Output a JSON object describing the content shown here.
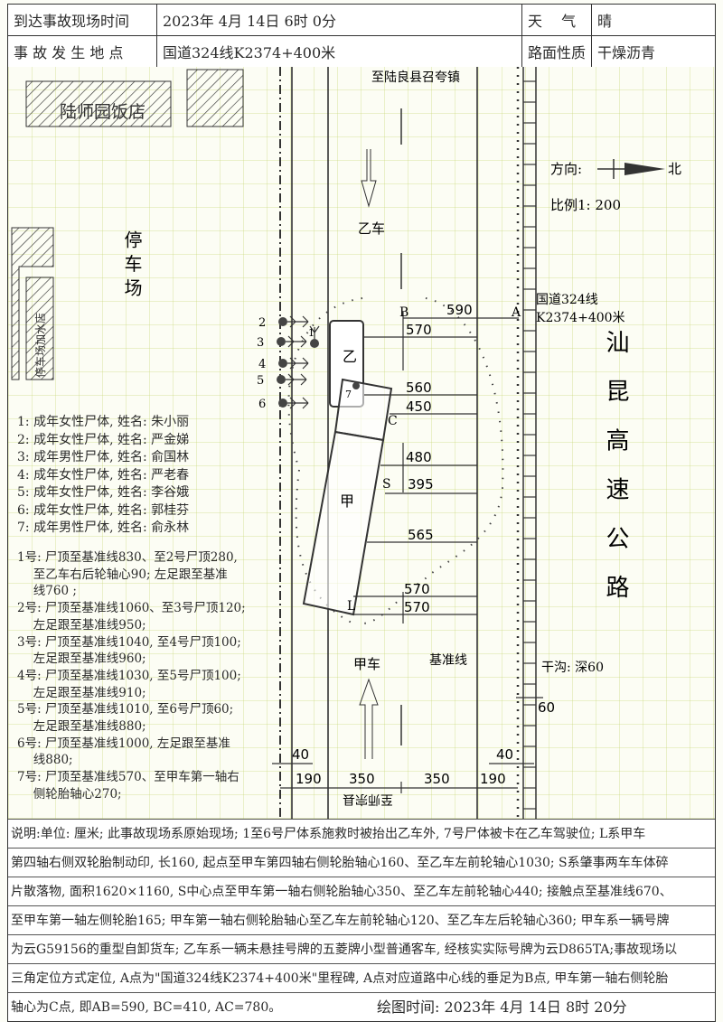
{
  "header": {
    "arrival_label": "到达事故现场时间",
    "arrival_value": "2023年 4月 14日 6时 0分",
    "weather_label": "天　 气",
    "weather_value": "晴",
    "location_label": "事 故 发 生 地 点",
    "location_value": "国道324线K2374+400米",
    "surface_label": "路面性质",
    "surface_value": "干燥沥青"
  },
  "diagram": {
    "restaurant": "陆师园饭店",
    "parking_lot": "停 车 场",
    "parking_shop": "停车场加水店",
    "to_north": "至陆良县召夸镇",
    "to_south": "至师宗县",
    "vehicle_b": "乙车",
    "vehicle_a": "甲车",
    "b_short": "乙",
    "a_short": "甲",
    "direction": "方向:",
    "north": "北",
    "scale": "比例1: 200",
    "milestone_line1": "国道324线",
    "milestone_line2": "K2374+400米",
    "highway": "汕 昆 高 速 公 路",
    "baseline": "基准线",
    "ditch": "干沟: 深60",
    "points": {
      "A": "A",
      "B": "B",
      "C": "C",
      "S": "S",
      "L": "L"
    },
    "body_labels": [
      "1",
      "2",
      "3",
      "4",
      "5",
      "6",
      "7"
    ],
    "dims": {
      "ab": "590",
      "d1": "570",
      "d2": "560",
      "d3": "450",
      "d4": "480",
      "d5": "395",
      "d6": "565",
      "d7": "570",
      "d8": "570",
      "ditch_w": "60",
      "shoulder_l": "40",
      "shoulder_r": "40",
      "w1": "190",
      "w2": "350",
      "w3": "350",
      "w4": "190"
    }
  },
  "legend": [
    "1: 成年女性尸体, 姓名: 朱小丽",
    "2: 成年女性尸体, 姓名: 严金娣",
    "3: 成年男性尸体, 姓名: 俞国林",
    "4: 成年女性尸体, 姓名: 严老春",
    "5: 成年女性尸体, 姓名: 李谷娥",
    "6: 成年女性尸体, 姓名: 郭桂芬",
    "7: 成年男性尸体, 姓名: 俞永林"
  ],
  "measurements": [
    "1号: 尸顶至基准线830、至2号尸顶280,",
    "　 至乙车右后轮轴心90; 左足跟至基准",
    "　 线760 ;",
    "2号: 尸顶至基准线1060、至3号尸顶120;",
    "　 左足跟至基准线950;",
    "3号: 尸顶至基准线1040, 至4号尸顶100;",
    "　 左足跟至基准线960;",
    "4号: 尸顶至基准线1030, 至5号尸顶100;",
    "　 左足跟至基准线910;",
    "5号: 尸顶至基准线1010, 至6号尸顶60;",
    "　 左足跟至基准线880;",
    "6号: 尸顶至基准线1000, 左足跟至基准",
    "　 线880;",
    "7号: 尸顶至基准线570、至甲车第一轴右",
    "　 侧轮胎轴心270;"
  ],
  "notes": [
    "说明:单位: 厘米; 此事故现场系原始现场; 1至6号尸体系施救时被抬出乙车外, 7号尸体被卡在乙车驾驶位; L系甲车",
    "第四轴右侧双轮胎制动印, 长160, 起点至甲车第四轴右侧轮胎轴心160、至乙车左前轮轴心1030; S系肇事两车车体碎",
    "片散落物, 面积1620×1160, S中心点至甲车第一轴右侧轮胎轴心350、至乙车左前轮轴心440; 接触点至基准线670、",
    "至甲车第一轴左侧轮胎165; 甲车第一轴右侧轮胎轴心至乙车左前轮轴心120、至乙车左后轮轴心360; 甲车系一辆号牌",
    "为云G59156的重型自卸货车; 乙车系一辆未悬挂号牌的五菱牌小型普通客车, 经核实实际号牌为云D865TA;事故现场以",
    "三角定位方式定位, A点为\"国道324线K2374+400米\"里程碑, A点对应道路中心线的垂足为B点, 甲车第一轴右侧轮胎",
    "轴心为C点, 即AB=590, BC=410, AC=780。"
  ],
  "draw_time": "绘图时间: 2023年 4月 14日 8时 20分"
}
